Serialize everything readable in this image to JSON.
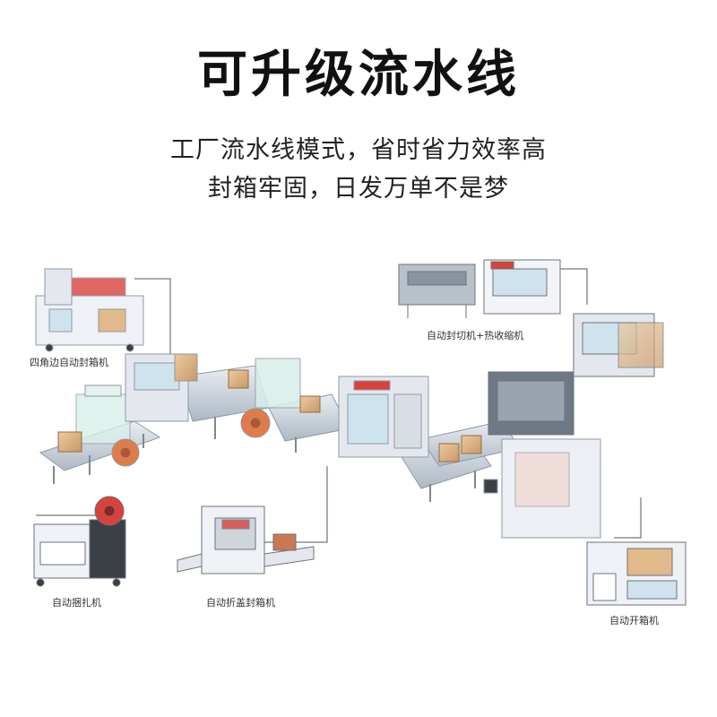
{
  "header": {
    "title": "可升级流水线",
    "subtitle_line1": "工厂流水线模式，省时省力效率高",
    "subtitle_line2": "封箱牢固，日发万单不是梦"
  },
  "machines": {
    "corner_sealer": "四角边自动封箱机",
    "shrink_wrapper": "自动封切机+热收缩机",
    "strapping": "自动捆扎机",
    "fold_sealer": "自动折盖封箱机",
    "erector": "自动开箱机"
  },
  "colors": {
    "conveyor": "#c9d3de",
    "frame": "#e4e8ee",
    "box": "#e2b98a",
    "accent_red": "#d9413a",
    "glass": "#cfe3ee",
    "dark": "#3b3f46"
  }
}
